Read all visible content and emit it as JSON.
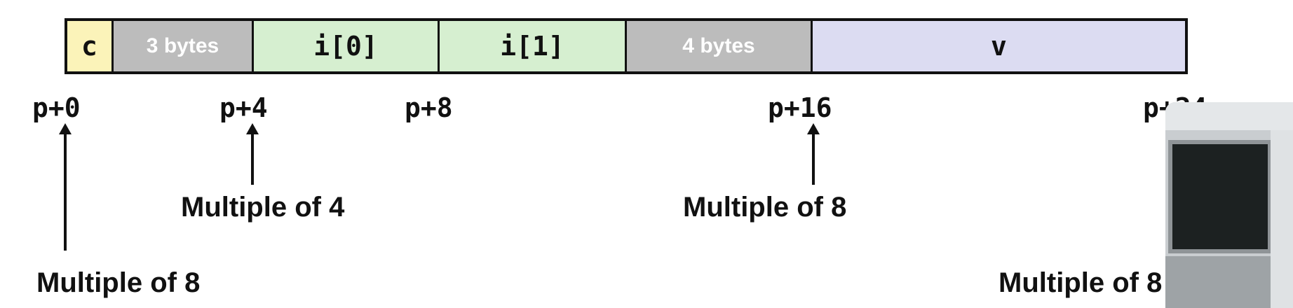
{
  "struct_layout": {
    "cells": {
      "c": "c",
      "pad1": "3 bytes",
      "i0": "i[0]",
      "i1": "i[1]",
      "pad2": "4 bytes",
      "v": "v"
    },
    "offsets": {
      "p0": "p+0",
      "p4": "p+4",
      "p8": "p+8",
      "p16": "p+16",
      "p24": "p+24"
    },
    "notes": {
      "p0": "Multiple of 8",
      "p4": "Multiple of 4",
      "p16": "Multiple of 8",
      "p24": "Multiple of 8"
    }
  },
  "colors": {
    "char_field": "#fbf3b9",
    "int_field": "#d6efd0",
    "padding": "#bcbcbc",
    "double_field": "#dcdcf2"
  }
}
